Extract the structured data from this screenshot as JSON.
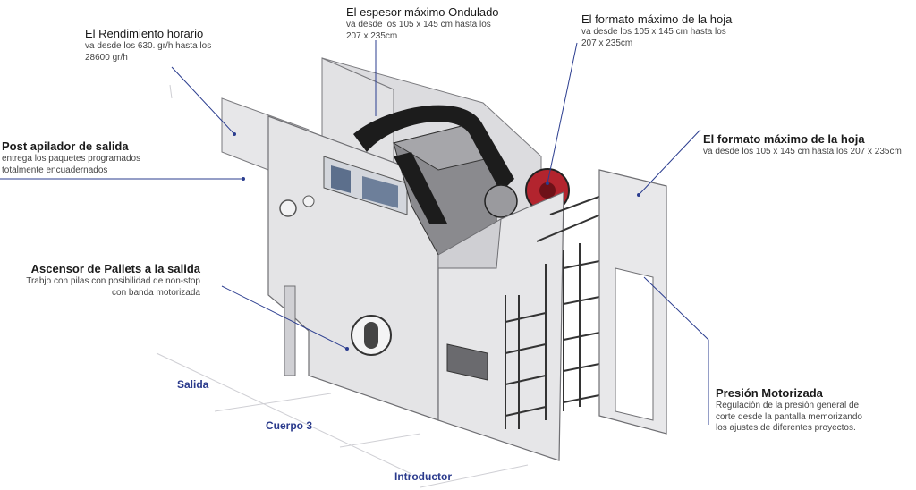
{
  "callouts": {
    "rendimiento": {
      "title": "El Rendimiento horario",
      "desc1": "va desde los 630. gr/h hasta los",
      "desc2": "28600 gr/h"
    },
    "espesor": {
      "title": "El espesor máximo Ondulado",
      "desc1": "va desde los 105 x 145 cm hasta los",
      "desc2": "207 x 235cm"
    },
    "formato_top": {
      "title": "El formato máximo de la hoja",
      "desc1": "va desde los 105 x 145 cm hasta los",
      "desc2": "207 x 235cm"
    },
    "post_apilador": {
      "title": "Post apilador de salida",
      "desc1": "entrega los paquetes programados",
      "desc2": "totalmente encuadernados"
    },
    "formato_right": {
      "title": "El formato máximo de la hoja",
      "desc1": "va desde los 105 x 145 cm hasta los 207 x 235cm"
    },
    "ascensor": {
      "title": "Ascensor de Pallets a la salida",
      "desc1": "Trabjo con pilas con posibilidad de non-stop",
      "desc2": "con banda motorizada"
    },
    "presion": {
      "title": "Presión Motorizada",
      "desc1": "Regulación de la presión general de",
      "desc2": "corte desde la pantalla memorizando",
      "desc3": "los ajustes de diferentes proyectos."
    }
  },
  "sections": {
    "salida": "Salida",
    "cuerpo": "Cuerpo 3",
    "introductor": "Introductor"
  },
  "colors": {
    "leader": "#2b3d8f",
    "section": "#2a3a8c",
    "panel": "#e4e4e6",
    "panel_dark": "#c9c9cd",
    "belt": "#1c1c1c",
    "accent_red": "#b3242e"
  }
}
